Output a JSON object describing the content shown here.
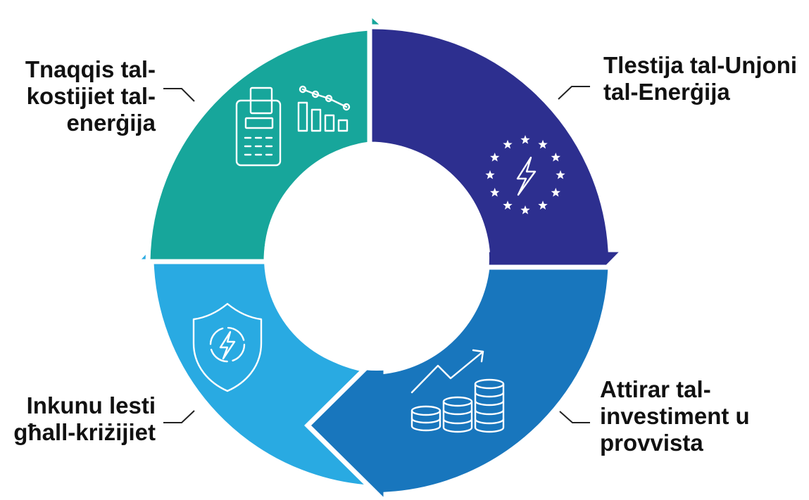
{
  "diagram": {
    "colors": {
      "teal": "#17a69b",
      "navy": "#2d2f8f",
      "blue": "#1876bd",
      "light_blue": "#29aae2",
      "separator": "#ffffff",
      "text": "#111111"
    },
    "segments": [
      {
        "id": "top-left",
        "color_key": "teal",
        "icon": "payment-terminal-and-declining-bar-chart-icon",
        "label_lines": [
          "Tnaqqis tal-",
          "kostijiet tal-",
          "enerġija"
        ]
      },
      {
        "id": "top-right",
        "color_key": "navy",
        "icon": "eu-stars-lightning-icon",
        "label_lines": [
          "Tlestija tal-Unjoni",
          "tal-Enerġija"
        ]
      },
      {
        "id": "bottom-right",
        "color_key": "blue",
        "icon": "coin-stacks-growth-icon",
        "label_lines": [
          "Attirar tal-",
          "investiment u",
          "provvista"
        ]
      },
      {
        "id": "bottom-left",
        "color_key": "light_blue",
        "icon": "shield-lightning-icon",
        "label_lines": [
          "Inkunu lesti",
          "għall-kriżijiet"
        ]
      }
    ]
  }
}
